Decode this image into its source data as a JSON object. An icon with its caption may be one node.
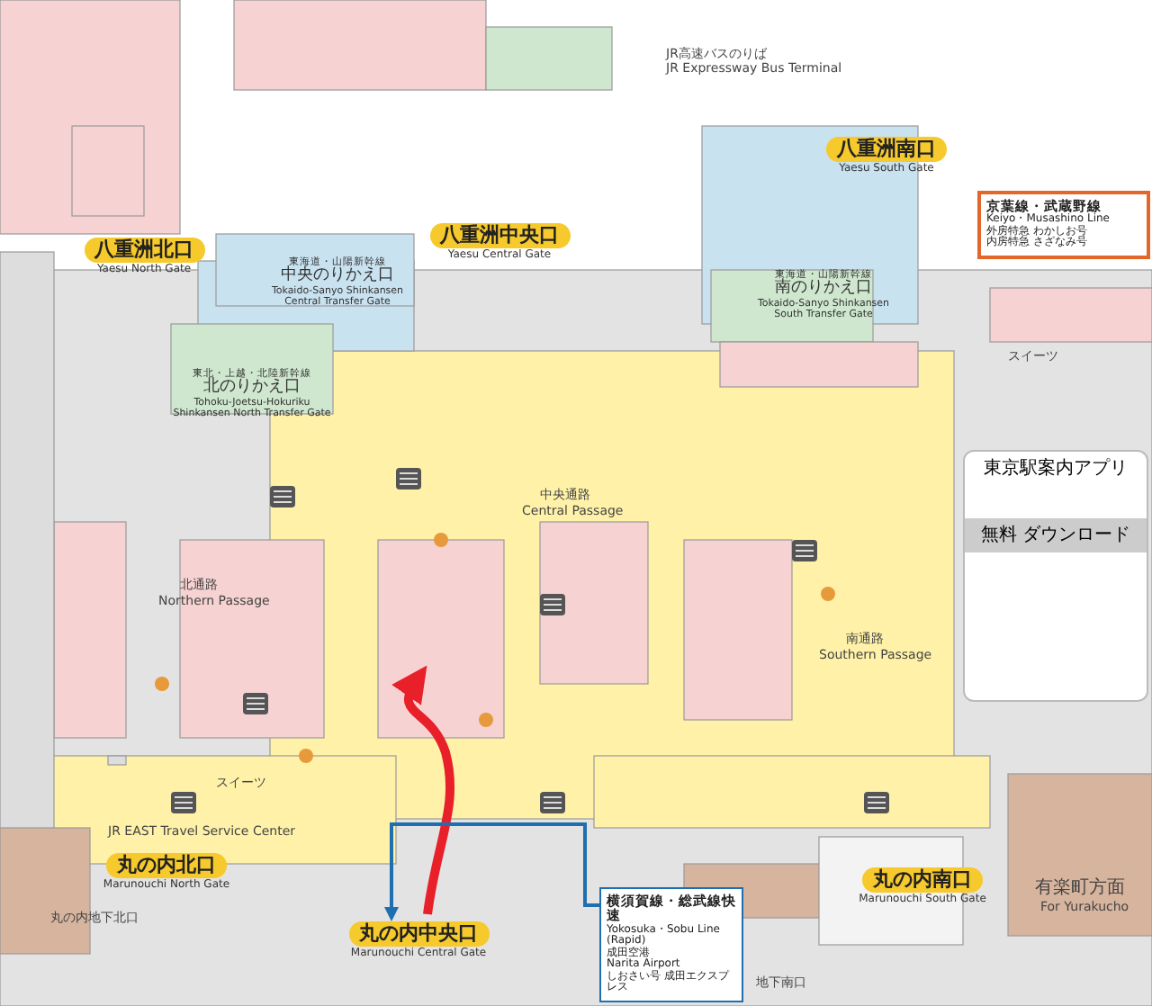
{
  "diagram": {
    "nodes": [
      {
        "text": [
          "八重洲北口",
          "Yaesu North Gate"
        ]
      },
      {
        "text": [
          "八重洲中央口",
          "Yaesu Central Gate"
        ]
      },
      {
        "text": [
          "八重洲南口",
          "Yaesu South Gate"
        ]
      },
      {
        "text": [
          "東海道・山陽新幹線",
          "中央のりかえ口",
          "Tokaido-Sanyo Shinkansen Central Transfer Gate"
        ]
      },
      {
        "text": [
          "東北・上越・北陸新幹線",
          "北のりかえ口",
          "Tohoku-Joetsu-Hokuriku Shinkansen North Transfer Gate"
        ]
      },
      {
        "text": [
          "東海道・山陽新幹線",
          "南のりかえ口",
          "Tokaido-Sanyo Shinkansen South Transfer Gate"
        ]
      },
      {
        "text": [
          "京葉線・武蔵野線",
          "Keiyo・Musashino Line",
          "外房特急 わかしお号",
          "内房特急 さざなみ号"
        ]
      },
      {
        "text": [
          "東京駅案内アプリ",
          "無料 ダウンロード"
        ]
      },
      {
        "text": [
          "丸の内北口",
          "Marunouchi North Gate"
        ]
      },
      {
        "text": [
          "丸の内中央口",
          "Marunouchi Central Gate"
        ]
      },
      {
        "text": [
          "丸の内南口",
          "Marunouchi South Gate"
        ]
      },
      {
        "text": [
          "横須賀線・総武線快速",
          "Yokosuka・Sobu Line (Rapid)",
          "成田空港",
          "Narita Airport",
          "しおさい号 成田エクスプレス"
        ]
      }
    ],
    "edges": [
      {
        "from": 9,
        "to": null,
        "arrow": "to",
        "style": "thick",
        "color": "#e8202a"
      },
      {
        "from": 11,
        "to": 9,
        "arrow": "to",
        "color": "#1f6fb0"
      }
    ],
    "labels": [
      "JR高速バスのりば",
      "JR Expressway Bus Terminal",
      "北通路",
      "Northern Passage",
      "中央通路",
      "Central Passage",
      "南通路",
      "Southern Passage",
      "スイーツ",
      "スイーツ",
      "JR EAST Travel Service Center",
      "丸の内地下北口",
      "地下南口",
      "有楽町方面",
      "For Yurakucho"
    ]
  }
}
